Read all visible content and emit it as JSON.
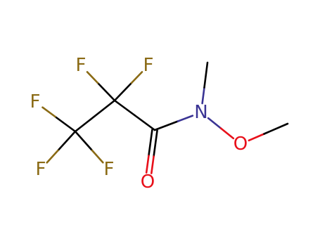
{
  "molecule": {
    "colors": {
      "bond": "#000000",
      "F": "#8a6a14",
      "N": "#3a3494",
      "O": "#e8101a"
    },
    "atoms": [
      {
        "id": "F1",
        "element": "F",
        "label": "F"
      },
      {
        "id": "F2",
        "element": "F",
        "label": "F"
      },
      {
        "id": "F3",
        "element": "F",
        "label": "F"
      },
      {
        "id": "F4",
        "element": "F",
        "label": "F"
      },
      {
        "id": "F5",
        "element": "F",
        "label": "F"
      },
      {
        "id": "N1",
        "element": "N",
        "label": "N"
      },
      {
        "id": "O1",
        "element": "O",
        "label": "O"
      },
      {
        "id": "O2",
        "element": "O",
        "label": "O"
      },
      {
        "id": "C1",
        "element": "C",
        "label": ""
      },
      {
        "id": "C2",
        "element": "C",
        "label": ""
      },
      {
        "id": "C3",
        "element": "C",
        "label": ""
      },
      {
        "id": "C4",
        "element": "C",
        "label": ""
      },
      {
        "id": "C5",
        "element": "C",
        "label": ""
      }
    ],
    "bonds": [
      {
        "from": "C1",
        "to": "F1",
        "order": 1
      },
      {
        "from": "C1",
        "to": "F2",
        "order": 1
      },
      {
        "from": "C2",
        "to": "F3",
        "order": 1
      },
      {
        "from": "C2",
        "to": "F4",
        "order": 1
      },
      {
        "from": "C2",
        "to": "F5",
        "order": 1
      },
      {
        "from": "C1",
        "to": "C2",
        "order": 1
      },
      {
        "from": "C1",
        "to": "C3",
        "order": 1
      },
      {
        "from": "C3",
        "to": "O1",
        "order": 2
      },
      {
        "from": "C3",
        "to": "N1",
        "order": 1
      },
      {
        "from": "N1",
        "to": "C4",
        "order": 1
      },
      {
        "from": "N1",
        "to": "O2",
        "order": 1
      },
      {
        "from": "O2",
        "to": "C5",
        "order": 1
      }
    ]
  }
}
